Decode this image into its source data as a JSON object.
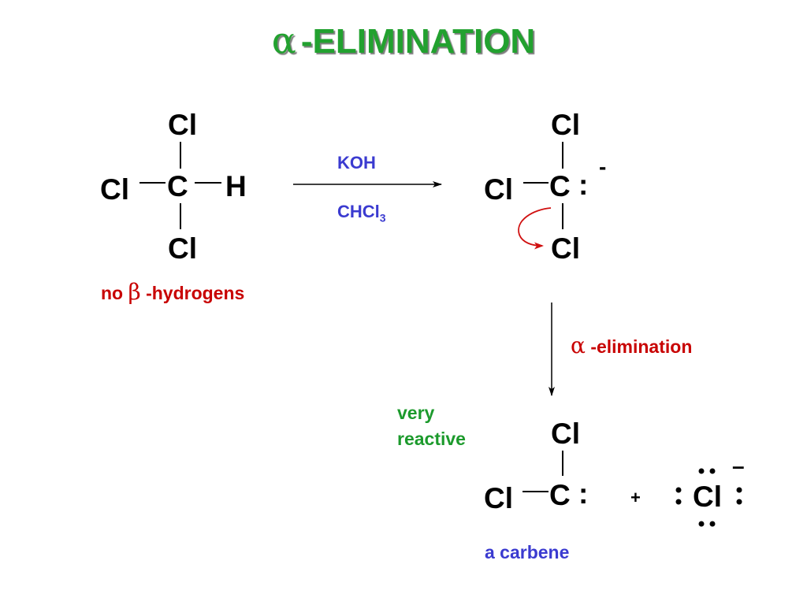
{
  "title": {
    "alpha": "α",
    "text": "-ELIMINATION"
  },
  "reactant": {
    "top": "Cl",
    "left": "Cl",
    "center": "C",
    "right": "H",
    "bottom": "Cl",
    "note_prefix": "no",
    "note_greek": "β",
    "note_suffix": "-hydrogens"
  },
  "conditions": {
    "reagent_top": "KOH",
    "reagent_bottom": "CHCl",
    "reagent_bottom_sub": "3"
  },
  "anion": {
    "top": "Cl",
    "left": "Cl",
    "center": "C",
    "lone_pair": ":",
    "charge": "-",
    "bottom": "Cl"
  },
  "step": {
    "greek": "α",
    "label": "-elimination"
  },
  "carbene": {
    "note_line1": "very",
    "note_line2": "reactive",
    "top": "Cl",
    "left": "Cl",
    "center": "C",
    "lone_pair": ":",
    "label": "a carbene"
  },
  "plus": "+",
  "chloride": {
    "symbol": "Cl",
    "charge": "–"
  },
  "colors": {
    "title": "#22a12f",
    "reagent": "#3b3bd0",
    "note_red": "#c80000",
    "note_green": "#1c9a2c",
    "arrow_red": "#d01010"
  }
}
